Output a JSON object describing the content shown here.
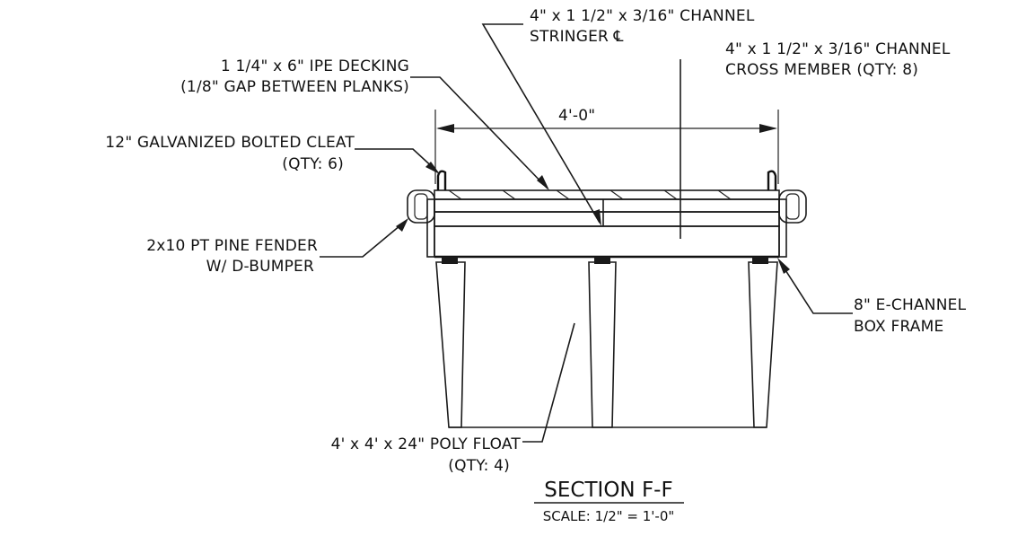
{
  "drawing": {
    "title": "SECTION F-F",
    "scale": "SCALE: 1/2\" = 1'-0\"",
    "width_dimension": "4'-0\"",
    "callouts": {
      "stringer": [
        "4\" x 1 1/2\" x 3/16\" CHANNEL",
        "STRINGER ℄"
      ],
      "cross_member": [
        "4\" x 1 1/2\" x 3/16\" CHANNEL",
        "CROSS MEMBER (QTY: 8)"
      ],
      "decking": [
        "1 1/4\" x 6\" IPE DECKING",
        "(1/8\" GAP BETWEEN PLANKS)"
      ],
      "cleat": [
        "12\" GALVANIZED BOLTED CLEAT",
        "(QTY: 6)"
      ],
      "fender": [
        "2x10 PT PINE FENDER",
        "W/ D-BUMPER"
      ],
      "box_frame": [
        "8\" E-CHANNEL",
        "BOX FRAME"
      ],
      "float": [
        "4' x 4' x 24\" POLY FLOAT",
        "(QTY: 4)"
      ]
    }
  }
}
